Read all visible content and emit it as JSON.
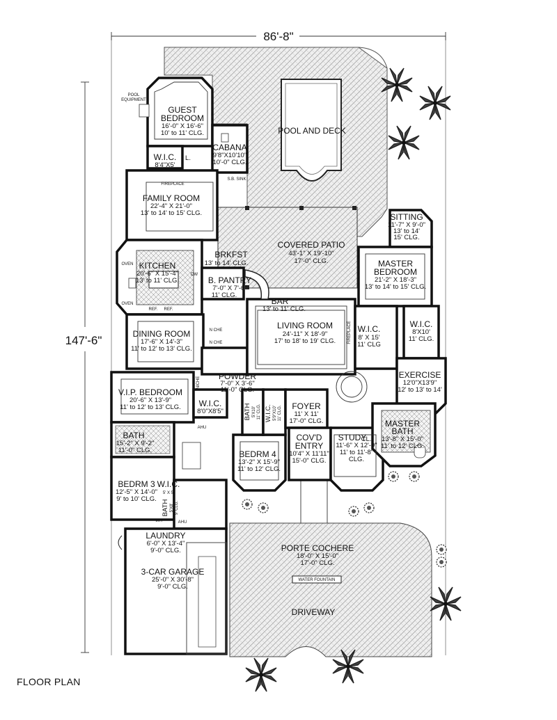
{
  "caption": "FLOOR PLAN",
  "dimensions": {
    "width": "86'-8\"",
    "depth": "147'-6\""
  },
  "outdoor": {
    "pool": "POOL AND DECK",
    "pool_equipment": [
      "POOL",
      "EQUIPMENT"
    ],
    "covered_patio": [
      "COVERED PATIO",
      "43'-1\" X 19'-10\"",
      "17'-0\" CLG."
    ],
    "porte_cochere": [
      "PORTE COCHERE",
      "18'-0\" X 15'-0\"",
      "17'-0\" CLG."
    ],
    "water_fountain": "WATER FOUNTAIN",
    "driveway": "DRIVEWAY"
  },
  "rooms": {
    "guest_bedroom": [
      "GUEST",
      "BEDROOM",
      "16'-0\" X 16'-6\"",
      "10' to 11' CLG."
    ],
    "guest_wic": [
      "W.I.C.",
      "8'4\"X5'"
    ],
    "linen": "L.",
    "cabana": [
      "CABANA",
      "9'8\"X10'10\"",
      "10'-0\" CLG."
    ],
    "family_room": [
      "FAMILY ROOM",
      "22'-4\" X 21'-0\"",
      "13' to 14' to 15' CLG."
    ],
    "fireplace_family": "FIREPLACE",
    "brkfst": [
      "BRKFST",
      "13' to 14' CLG."
    ],
    "kitchen": [
      "KITCHEN",
      "20'-6\" X 15'-4\"",
      "13' to 11' CLG."
    ],
    "b_pantry": [
      "B. PANTRY",
      "7'-0\" X 7'-6\"",
      "11' CLG."
    ],
    "bar": [
      "BAR",
      "13' to 11' CLG."
    ],
    "sitting": [
      "SITTING",
      "11'-7\" X 9'-0\"",
      "13' to 14'",
      "15' CLG."
    ],
    "master_bedroom": [
      "MASTER",
      "BEDROOM",
      "21'-2\" X 18'-3\"",
      "13' to 14' to 15' CLG."
    ],
    "living_room": [
      "LIVING ROOM",
      "24'-11\" X 18'-9\"",
      "17' to 18' to 19' CLG."
    ],
    "fireplace_living": "FIREPLACE",
    "master_wic_1": [
      "W.I.C.",
      "8' X 15'",
      "11' CLG"
    ],
    "master_wic_2": [
      "W.I.C.",
      "8'X10'",
      "11' CLG."
    ],
    "dining_room": [
      "DINING ROOM",
      "17'-6\" X 14'-3\"",
      "11' to 12' to 13' CLG."
    ],
    "exercise": [
      "EXERCISE",
      "12'0\"X13'9\"",
      "12' to 13' to 14'"
    ],
    "powder": [
      "POWDER",
      "7'-0\" X 3'-6\"",
      "11'-0\" CLG."
    ],
    "vip_bedroom": [
      "V.I.P. BEDROOM",
      "20'-6\" X 13'-9\"",
      "11' to 12' to 13' CLG."
    ],
    "vip_wic": [
      "W.I.C.",
      "8'0\"X8'5\""
    ],
    "bath_4": [
      "BATH",
      "5'X10'",
      "11' CLG."
    ],
    "wic_4": [
      "W.I.C.",
      "5'9\"X10'",
      "11' CLG."
    ],
    "foyer": [
      "FOYER",
      "11' X 11'",
      "17'-0\" CLG."
    ],
    "master_bath": [
      "MASTER",
      "BATH",
      "13'-8\" X 15'-0\"",
      "11' to 12' CLG."
    ],
    "vip_bath": [
      "BATH",
      "15'-2\" X 9'-2\"",
      "11'-0\" CLG."
    ],
    "bedrm_4": [
      "BEDRM 4",
      "13'-2\" X 15'-9\"",
      "11' to 12' CLG."
    ],
    "covd_entry": [
      "COV'D",
      "ENTRY",
      "10'4\" X 11'11\"",
      "15'-0\" CLG."
    ],
    "study": [
      "STUDY",
      "11'-6\" X 12'-9\"",
      "11' to 11'-8\"",
      "CLG."
    ],
    "closet": "CL.",
    "bedrm_3": [
      "BEDRM 3",
      "12'-5\" X 14'-0\"",
      "9' to 10' CLG."
    ],
    "wic_3": [
      "W.I.C.",
      "5' X 5'"
    ],
    "bath_3": [
      "BATH",
      "5'X8'",
      "9' CLG."
    ],
    "laundry": [
      "LAUNDRY",
      "6'-0\" X 13'-4\"",
      "9'-0\" CLG."
    ],
    "garage": [
      "3-CAR GARAGE",
      "25'-0\" X 30'-8\"",
      "9'-0\" CLG."
    ]
  },
  "fixtures": {
    "oven": "OVEN",
    "ref": "REF.",
    "dw": "DW",
    "n_chh": "N CHE",
    "ahu": "AHU",
    "wh": "WH",
    "niche": "NICHE",
    "sb_sink": "S.B. SINK"
  }
}
